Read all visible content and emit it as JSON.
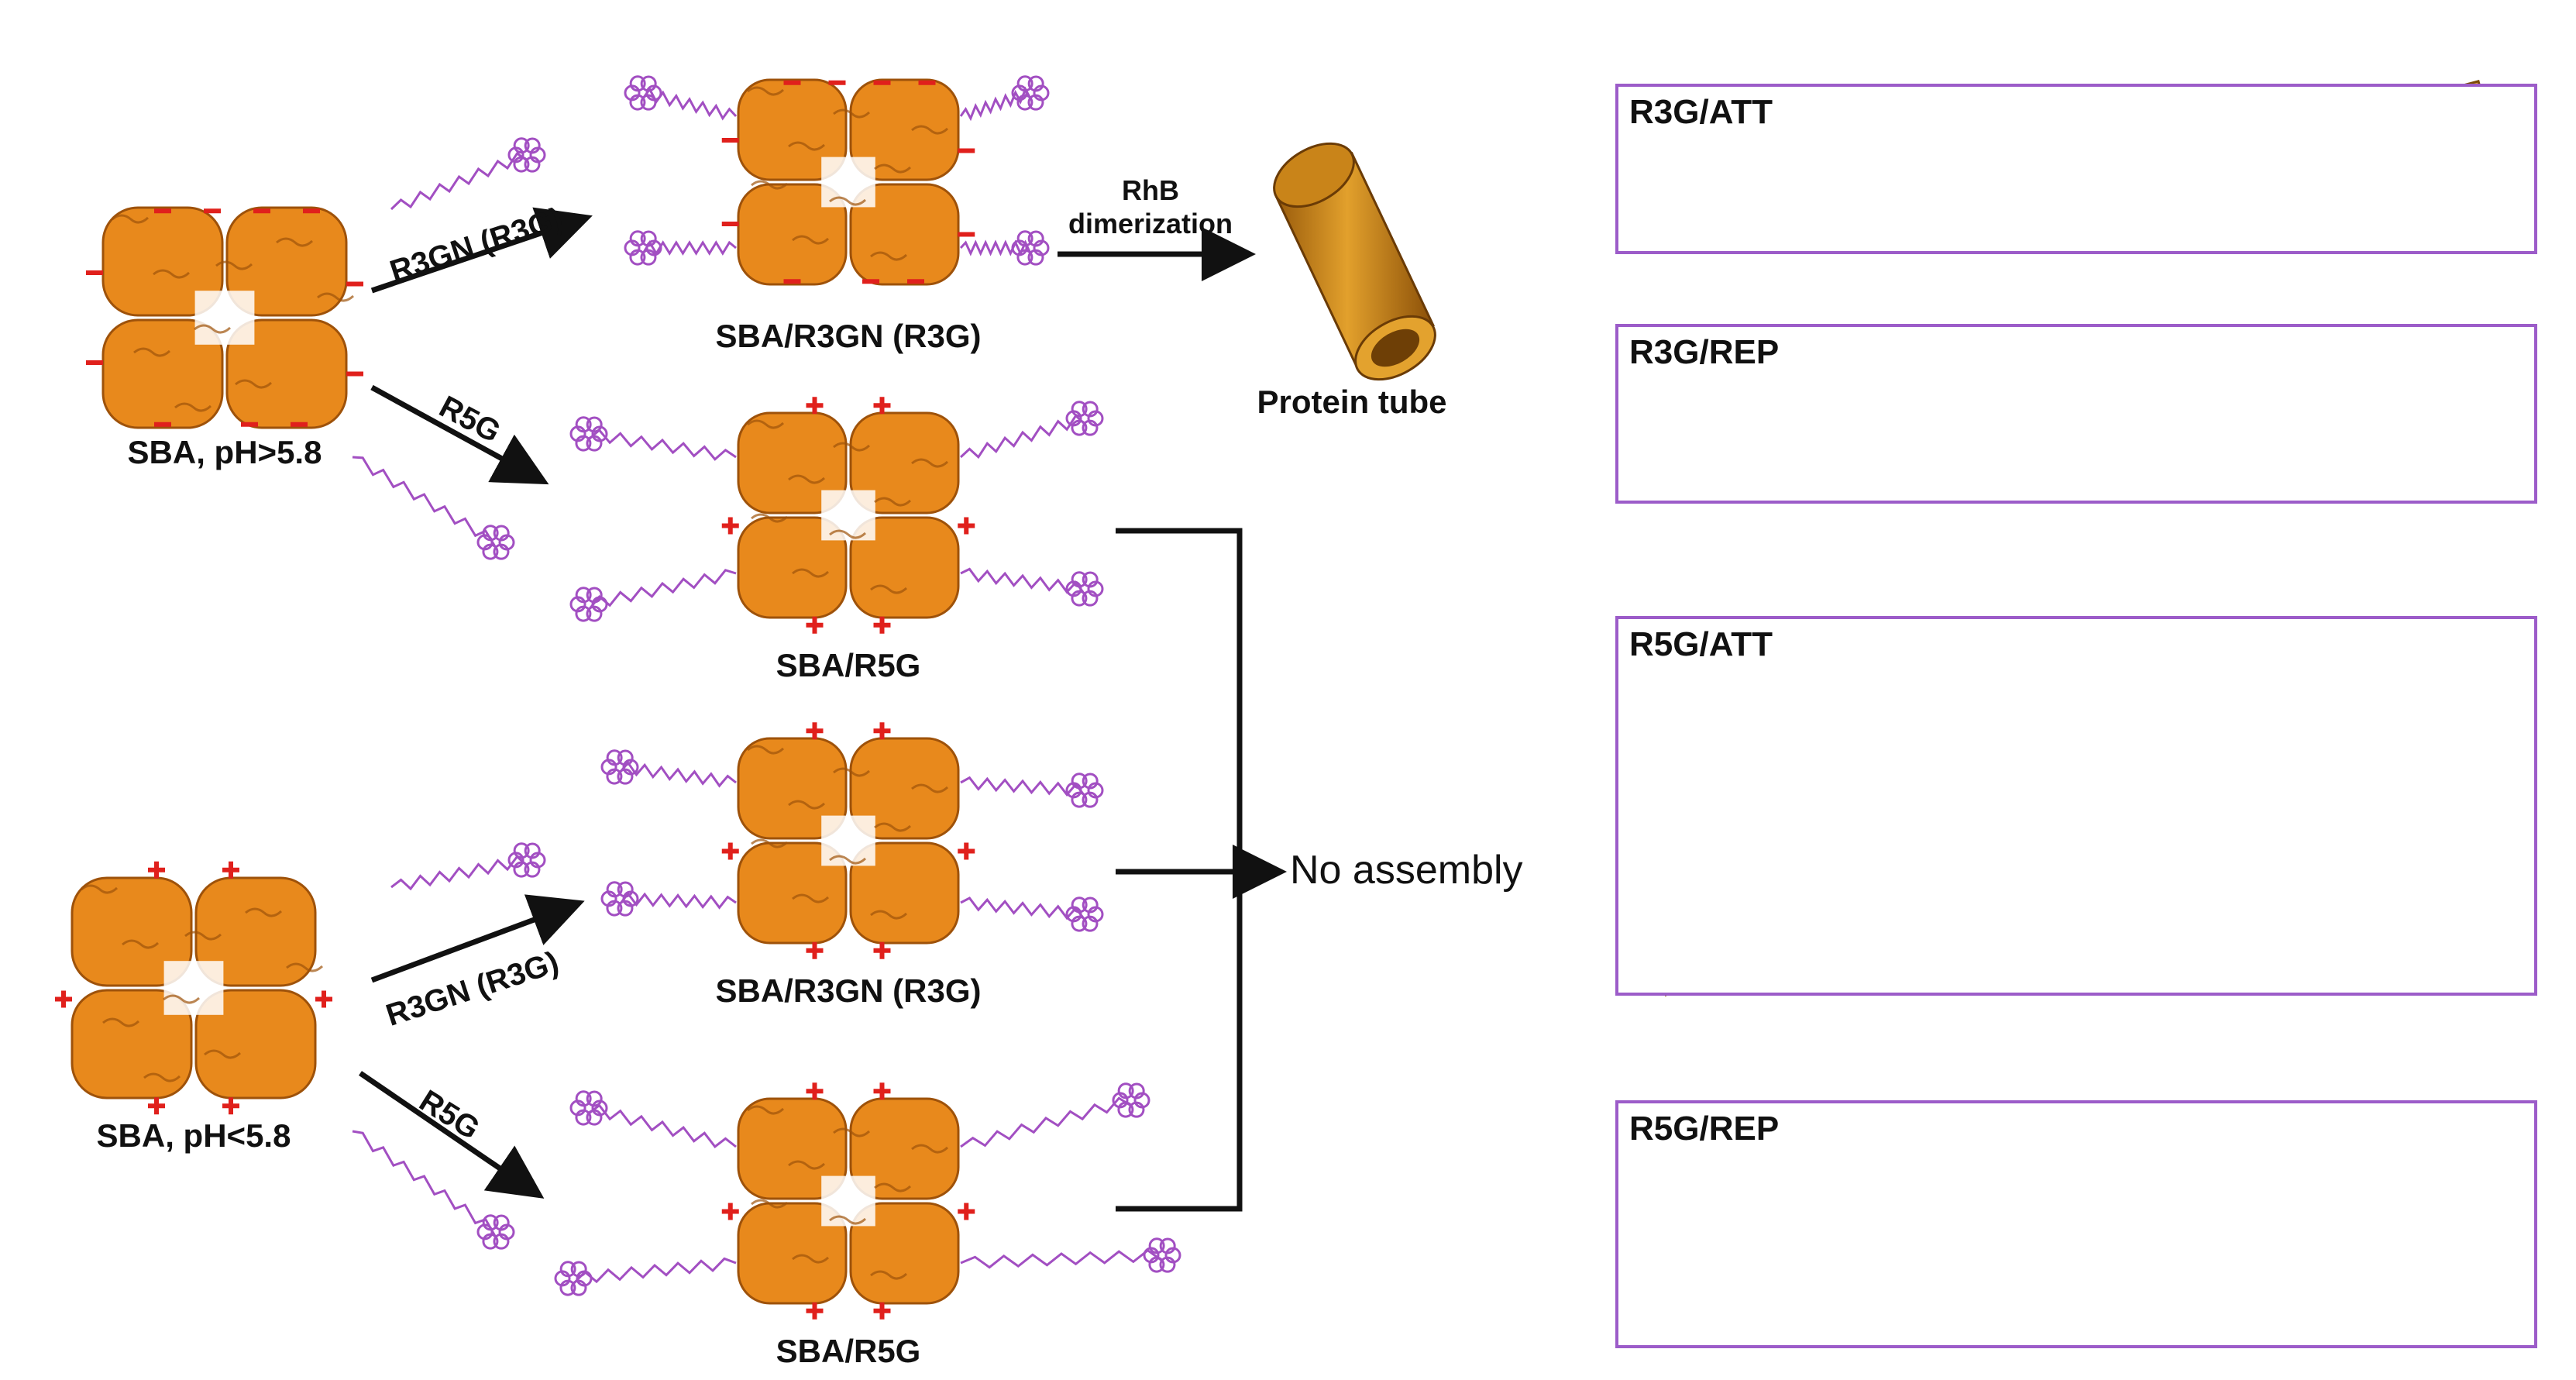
{
  "colors": {
    "protein": "#e8891c",
    "protein_dark": "#9e520a",
    "dye": "#a24fc2",
    "charge": "#e0201c",
    "arrow": "#111111",
    "panel_border": "#9c5cc9",
    "cube": "#d99a2b"
  },
  "labels": {
    "sba_high": "SBA, pH>5.8",
    "sba_low": "SBA, pH<5.8",
    "r3gn_top": "R3GN (R3G)",
    "r5g_top": "R5G",
    "r3gn_bottom": "R3GN (R3G)",
    "r5g_bottom": "R5G",
    "sba_r3gn_top": "SBA/R3GN (R3G)",
    "sba_r5g_top": "SBA/R5G",
    "sba_r3gn_bottom": "SBA/R3GN (R3G)",
    "sba_r5g_bottom": "SBA/R5G",
    "rhb_line1": "RhB",
    "rhb_line2": "dimerization",
    "protein_tube": "Protein tube",
    "no_assembly": "No assembly"
  },
  "panels": [
    {
      "title": "R3G/ATT"
    },
    {
      "title": "R3G/REP"
    },
    {
      "title": "R5G/ATT"
    },
    {
      "title": "R5G/REP"
    }
  ]
}
